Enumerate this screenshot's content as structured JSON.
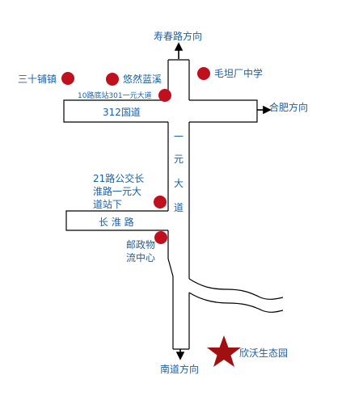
{
  "map": {
    "directions": {
      "north": "寿春路方向",
      "east": "合肥方向",
      "south": "南道方向"
    },
    "roads": {
      "guodao": "312国道",
      "yiyuan": [
        "一",
        "元",
        "大",
        "道"
      ],
      "changhuai": "长 淮 路"
    },
    "landmarks": {
      "sanshi": "三十铺镇",
      "youran": "悠然蓝溪",
      "maotan": "毛坦厂中学",
      "terminal": "10路底站301一元大道",
      "bus21": [
        "21路公交长",
        "淮路一元大",
        "道站下"
      ],
      "post": [
        "邮政物",
        "流中心"
      ],
      "xinwo": "欣沃生态园"
    },
    "colors": {
      "marker": "#c0101e",
      "star": "#a01010",
      "road_line": "#000000",
      "text": "#1a5fa8"
    }
  }
}
